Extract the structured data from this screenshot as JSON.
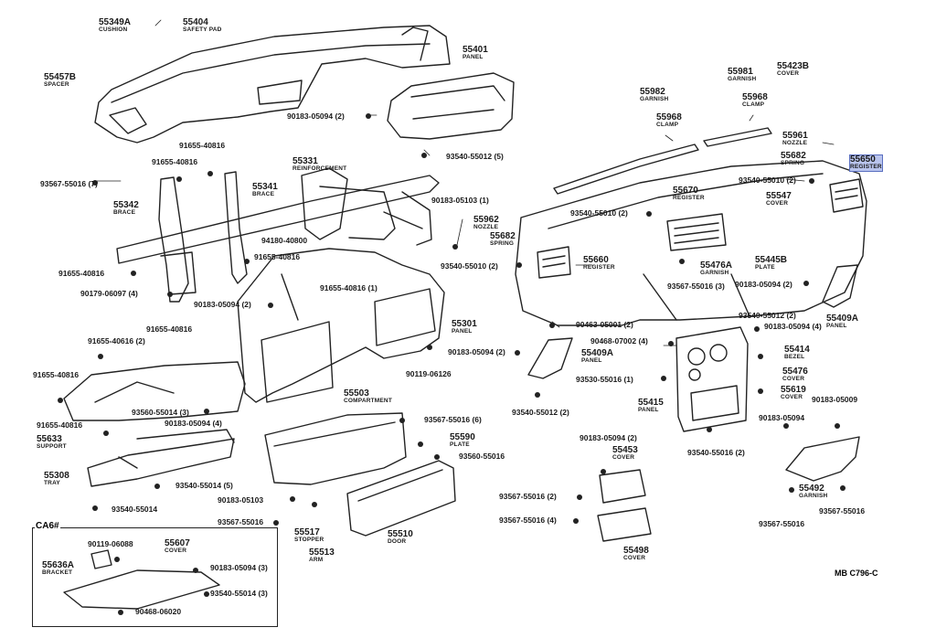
{
  "parts": {
    "p55349A": {
      "number": "55349A",
      "name": "CUSHION"
    },
    "p55404": {
      "number": "55404",
      "name": "SAFETY PAD"
    },
    "p55401": {
      "number": "55401",
      "name": "PANEL"
    },
    "p55457B": {
      "number": "55457B",
      "name": "SPACER"
    },
    "p55331": {
      "number": "55331",
      "name": "REINFORCEMENT"
    },
    "p55341": {
      "number": "55341",
      "name": "BRACE"
    },
    "p55342": {
      "number": "55342",
      "name": "BRACE"
    },
    "p55301": {
      "number": "55301",
      "name": "PANEL"
    },
    "p55503": {
      "number": "55503",
      "name": "COMPARTMENT"
    },
    "p55633": {
      "number": "55633",
      "name": "SUPPORT"
    },
    "p55308": {
      "number": "55308",
      "name": "TRAY"
    },
    "p55590": {
      "number": "55590",
      "name": "PLATE"
    },
    "p55517": {
      "number": "55517",
      "name": "STOPPER"
    },
    "p55513": {
      "number": "55513",
      "name": "ARM"
    },
    "p55510": {
      "number": "55510",
      "name": "DOOR"
    },
    "p55636A": {
      "number": "55636A",
      "name": "BRACKET"
    },
    "p55607": {
      "number": "55607",
      "name": "COVER"
    },
    "p55982": {
      "number": "55982",
      "name": "GARNISH"
    },
    "p55968a": {
      "number": "55968",
      "name": "CLAMP"
    },
    "p55981": {
      "number": "55981",
      "name": "GARNISH"
    },
    "p55968b": {
      "number": "55968",
      "name": "CLAMP"
    },
    "p55423B": {
      "number": "55423B",
      "name": "COVER"
    },
    "p55961": {
      "number": "55961",
      "name": "NOZZLE"
    },
    "p55682a": {
      "number": "55682",
      "name": "SPRING"
    },
    "p55650": {
      "number": "55650",
      "name": "REGISTER"
    },
    "p55547": {
      "number": "55547",
      "name": "COVER"
    },
    "p55670": {
      "number": "55670",
      "name": "REGISTER"
    },
    "p55962": {
      "number": "55962",
      "name": "NOZZLE"
    },
    "p55682b": {
      "number": "55682",
      "name": "SPRING"
    },
    "p55660": {
      "number": "55660",
      "name": "REGISTER"
    },
    "p55476A": {
      "number": "55476A",
      "name": "GARNISH"
    },
    "p55445B": {
      "number": "55445B",
      "name": "PLATE"
    },
    "p55409Aa": {
      "number": "55409A",
      "name": "PANEL"
    },
    "p55409Ab": {
      "number": "55409A",
      "name": "PANEL"
    },
    "p55414": {
      "number": "55414",
      "name": "BEZEL"
    },
    "p55476": {
      "number": "55476",
      "name": "COVER"
    },
    "p55619": {
      "number": "55619",
      "name": "COVER"
    },
    "p55415": {
      "number": "55415",
      "name": "PANEL"
    },
    "p55453": {
      "number": "55453",
      "name": "COVER"
    },
    "p55498": {
      "number": "55498",
      "name": "COVER"
    },
    "p55492": {
      "number": "55492",
      "name": "GARNISH"
    }
  },
  "refs": {
    "r01": "90183-05094 (2)",
    "r02": "93540-55012 (5)",
    "r03": "93567-55016 (7)",
    "r04": "91655-40816",
    "r05": "91655-40816",
    "r06": "90183-05103 (1)",
    "r07": "94180-40800",
    "r08": "91655-40816",
    "r09": "91655-40816",
    "r10": "90179-06097 (4)",
    "r11": "90183-05094 (2)",
    "r12": "91655-40816",
    "r13": "91655-40816 (1)",
    "r14": "93540-55010 (2)",
    "r15": "91655-40616 (2)",
    "r16": "91655-40816",
    "r17": "93560-55014 (3)",
    "r18": "90183-05094 (4)",
    "r19": "91655-40816",
    "r20": "93567-55016 (6)",
    "r21": "90119-06126",
    "r22": "90183-05094 (2)",
    "r23": "93560-55016",
    "r24": "93540-55014 (5)",
    "r25": "93540-55014",
    "r26": "90183-05103",
    "r27": "93567-55016",
    "r28": "90119-06088",
    "r29": "90183-05094 (3)",
    "r30": "93540-55014 (3)",
    "r31": "90468-06020",
    "r32": "93540-55010 (2)",
    "r33": "93540-55010 (2)",
    "r34": "93567-55016 (3)",
    "r35": "90183-05094 (2)",
    "r36": "93540-55012 (2)",
    "r37": "90183-05094 (4)",
    "r38": "90463-05001 (2)",
    "r39": "90468-07002 (4)",
    "r40": "93530-55016 (1)",
    "r41": "93540-55012 (2)",
    "r42": "90183-05094 (2)",
    "r43": "93567-55016 (2)",
    "r44": "93567-55016 (4)",
    "r45": "93540-55016 (2)",
    "r46": "90183-05094",
    "r47": "90183-05009",
    "r48": "93567-55016",
    "r49": "93567-55016"
  },
  "inset_title": "CA6#",
  "drawing_code": "MB  C796-C"
}
